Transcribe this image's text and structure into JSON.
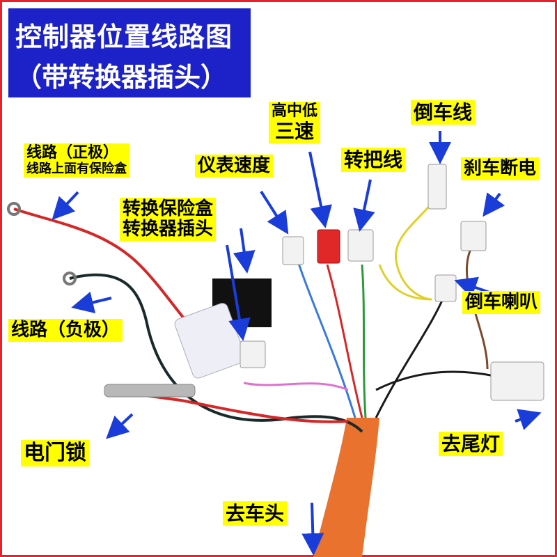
{
  "title": {
    "line1": "控制器位置线路图",
    "line2": "（带转换器插头）"
  },
  "labels": {
    "positive_line1": "线路（正极）",
    "positive_line2": "线路上面有保险盒",
    "negative": "线路（负极）",
    "ignition": "电门锁",
    "speedometer": "仪表速度",
    "three_speed_line1": "高中低",
    "three_speed_line2": "三速",
    "throttle": "转把线",
    "reverse": "倒车线",
    "brake_cutoff": "刹车断电",
    "reverse_horn": "倒车喇叭",
    "converter_line1": "转换保险盒",
    "converter_line2": "转换器插头",
    "tail_light": "去尾灯",
    "to_head": "去车头"
  },
  "colors": {
    "title_bg": "#1c22c8",
    "label_bg": "#ffff00",
    "arrow": "#1a3cd8",
    "border": "#e8222a"
  }
}
